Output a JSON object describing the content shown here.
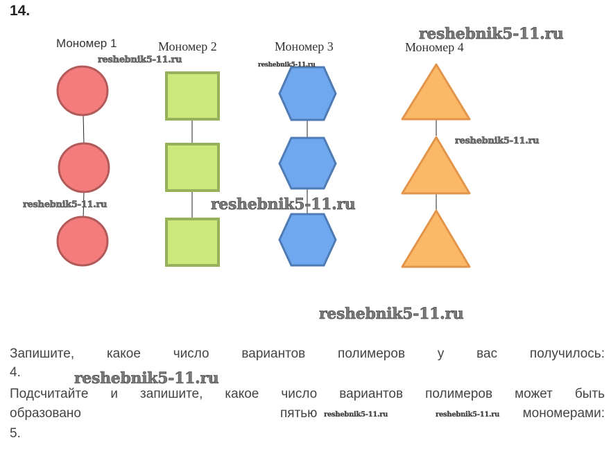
{
  "task": {
    "number": "14."
  },
  "diagram": {
    "monomers": [
      {
        "label": "Мономер 1",
        "shape": "circle",
        "count": 3,
        "fill": "#f47c7c",
        "stroke": "#b25a5a"
      },
      {
        "label": "Мономер 2",
        "shape": "square",
        "count": 3,
        "fill": "#cbe97c",
        "stroke": "#97b05a"
      },
      {
        "label": "Мономер 3",
        "shape": "hexagon",
        "count": 3,
        "fill": "#6fa8ee",
        "stroke": "#4f7bb5"
      },
      {
        "label": "Мономер 4",
        "shape": "triangle",
        "count": 3,
        "fill": "#fbb968",
        "stroke": "#e2954a"
      }
    ],
    "connector_color": "#222222"
  },
  "watermarks": {
    "text": "reshebnik5-11.ru"
  },
  "questions": {
    "q1_text": "Запишите, какое число вариантов полимеров у вас получилось:",
    "q1_answer": "4.",
    "q2_line1": "Подсчитайте и запишите, какое число вариантов полимеров может быть",
    "q2_line2_start": "образовано",
    "q2_line2_mid": "пятью",
    "q2_line2_end": "мономерами:",
    "q2_answer": "5."
  }
}
